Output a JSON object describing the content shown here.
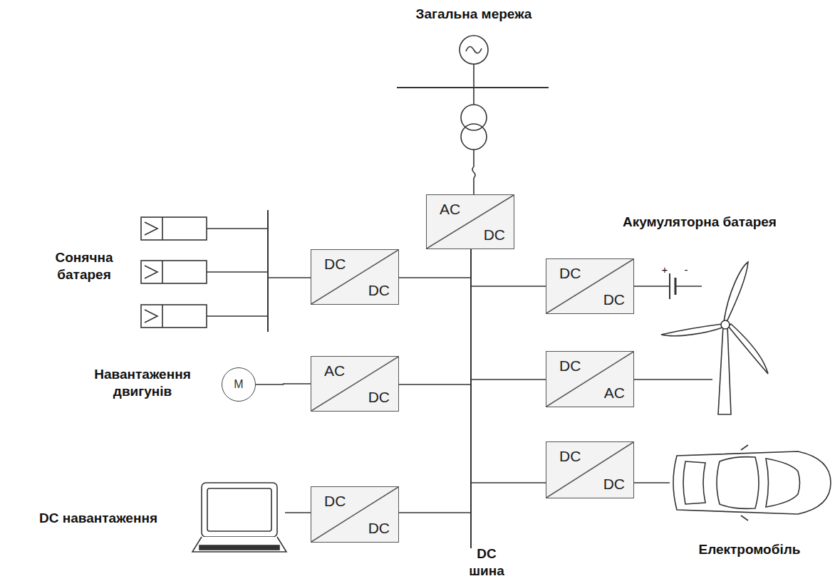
{
  "diagram": {
    "nodes": [
      {
        "text": [
          "AC",
          "DC"
        ]
      },
      {
        "text": [
          "DC",
          "DC"
        ]
      },
      {
        "text": [
          "DC",
          "DC"
        ]
      },
      {
        "text": [
          "M"
        ]
      },
      {
        "text": [
          "AC",
          "DC"
        ]
      },
      {
        "text": [
          "DC",
          "AC"
        ]
      },
      {
        "text": [
          "DC",
          "DC"
        ]
      },
      {
        "text": [
          "DC",
          "DC"
        ]
      }
    ],
    "edges": [
      {
        "from": 3,
        "to": 4,
        "arrow": "none"
      }
    ],
    "labels": [
      "Загальна мережа",
      "Сонячна батарея",
      "Акумуляторна батарея",
      "Навантаження двигунів",
      "DC навантаження",
      "Електромобіль",
      "DC шина",
      "+",
      "-"
    ]
  }
}
